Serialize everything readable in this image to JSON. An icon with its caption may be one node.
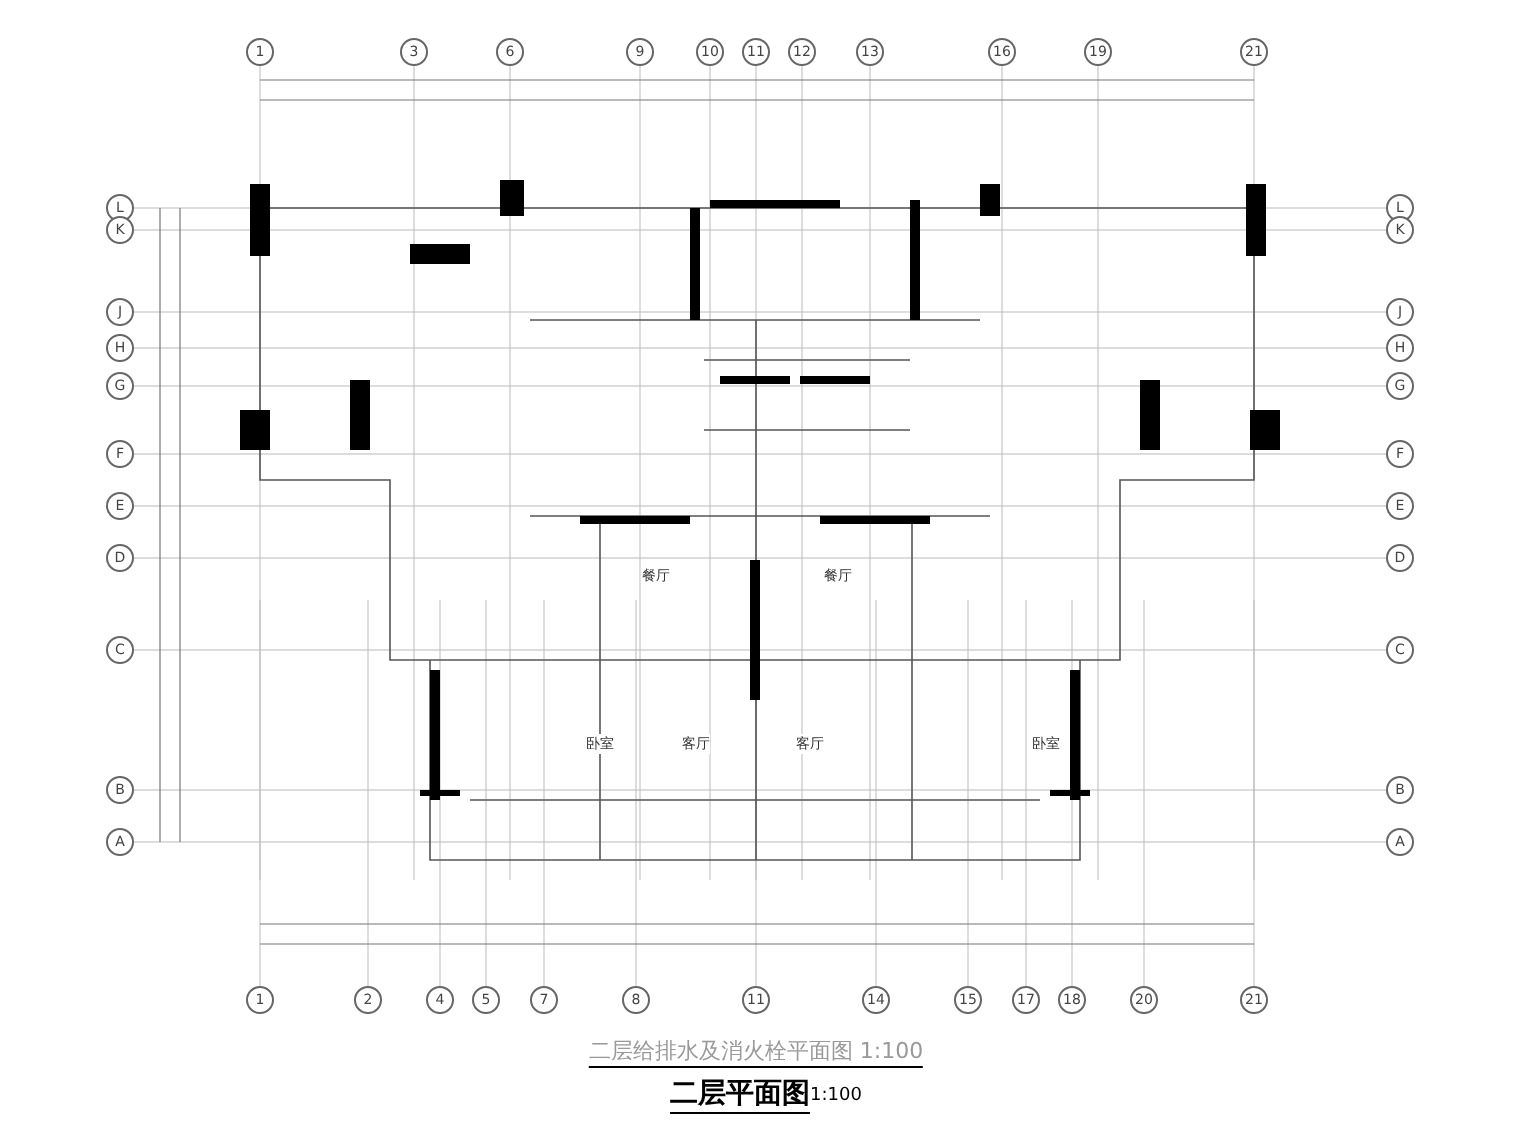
{
  "diagram": {
    "title": "二层平面图",
    "labels": [
      "1",
      "3",
      "6",
      "9",
      "10",
      "11",
      "12",
      "13",
      "16",
      "19",
      "21",
      "L",
      "L",
      "K",
      "K",
      "J",
      "J",
      "H",
      "H",
      "G",
      "G",
      "F",
      "F",
      "E",
      "E",
      "D",
      "D",
      "C",
      "C",
      "B",
      "B",
      "A",
      "A",
      "餐厅",
      "餐厅",
      "卧室",
      "客厅",
      "客厅",
      "卧室",
      "1",
      "2",
      "4",
      "5",
      "7",
      "8",
      "11",
      "14",
      "15",
      "17",
      "18",
      "20",
      "21",
      "二层给排水及消火栓平面图 1:100",
      "1:100"
    ]
  }
}
